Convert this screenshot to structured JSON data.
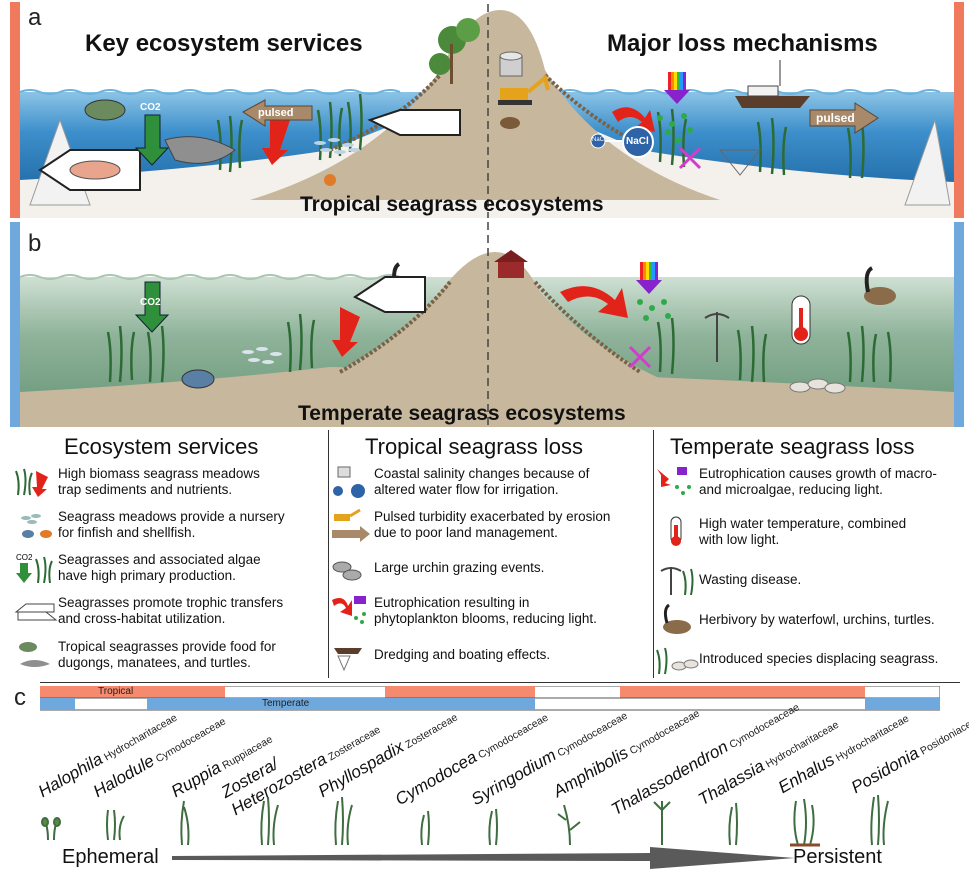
{
  "panel_a": {
    "letter": "a",
    "left_heading": "Key ecosystem services",
    "right_heading": "Major loss mechanisms",
    "bottom_title": "Tropical seagrass ecosystems",
    "labels": {
      "co2": "CO2",
      "pulsed_left": "pulsed",
      "pulsed_right": "pulsed",
      "nacl": "NaCl",
      "nacl_small": "NaCl"
    }
  },
  "panel_b": {
    "letter": "b",
    "bottom_title": "Temperate seagrass ecosystems",
    "labels": {
      "co2": "CO2"
    }
  },
  "legend": {
    "columns": [
      {
        "heading": "Ecosystem services",
        "items": [
          {
            "icon": "seagrass-red-arrow-icon",
            "text": "High biomass seagrass meadows\ntrap sediments and nutrients."
          },
          {
            "icon": "fish-crab-nursery-icon",
            "text": "Seagrass meadows provide a nursery\nfor finfish and shellfish."
          },
          {
            "icon": "co2-seagrass-icon",
            "text": "Seagrasses and associated algae\nhave high primary production."
          },
          {
            "icon": "trophic-transfer-arrows-icon",
            "text": "Seagrasses promote trophic transfers\nand cross-habitat utilization."
          },
          {
            "icon": "turtle-dugong-icon",
            "text": "Tropical seagrasses provide food for\ndugongs, manatees, and turtles."
          }
        ]
      },
      {
        "heading": "Tropical seagrass loss",
        "items": [
          {
            "icon": "salinity-nacl-icon",
            "text": "Coastal salinity changes because of\naltered water flow for irrigation."
          },
          {
            "icon": "excavator-pulsed-icon",
            "text": "Pulsed turbidity exacerbated by erosion\ndue to poor land management."
          },
          {
            "icon": "urchin-icon",
            "text": "Large urchin grazing events."
          },
          {
            "icon": "eutrophication-arrow-icon",
            "text": "Eutrophication resulting in\nphytoplankton blooms, reducing light."
          },
          {
            "icon": "boat-dredge-icon",
            "text": "Dredging and boating effects."
          }
        ]
      },
      {
        "heading": "Temperate seagrass loss",
        "items": [
          {
            "icon": "eutrophication-algae-icon",
            "text": "Eutrophication causes growth of macro-\nand microalgae, reducing light."
          },
          {
            "icon": "thermometer-icon",
            "text": "High water temperature, combined\nwith low light."
          },
          {
            "icon": "wasting-disease-icon",
            "text": "Wasting disease."
          },
          {
            "icon": "goose-icon",
            "text": "Herbivory by waterfowl, urchins, turtles."
          },
          {
            "icon": "introduced-species-icon",
            "text": "Introduced species displacing seagrass."
          }
        ]
      }
    ]
  },
  "panel_c": {
    "letter": "c",
    "tropical_label": "Tropical",
    "temperate_label": "Temperate",
    "colors": {
      "tropical": "#f58a6e",
      "temperate": "#6fa8dc"
    },
    "genera": [
      {
        "genus": "Halophila",
        "family": "Hydrocharitaceae"
      },
      {
        "genus": "Halodule",
        "family": "Cymodoceaceae"
      },
      {
        "genus": "Ruppia",
        "family": "Ruppiaceae"
      },
      {
        "genus": "Zostera/\nHeterozostera",
        "family": "Zosteraceae"
      },
      {
        "genus": "Phyllospadix",
        "family": "Zosteraceae"
      },
      {
        "genus": "Cymodocea",
        "family": "Cymodoceaceae"
      },
      {
        "genus": "Syringodium",
        "family": "Cymodoceaceae"
      },
      {
        "genus": "Amphibolis",
        "family": "Cymodoceaceae"
      },
      {
        "genus": "Thalassodendron",
        "family": "Cymodoceaceae"
      },
      {
        "genus": "Thalassia",
        "family": "Hydrocharitaceae"
      },
      {
        "genus": "Enhalus",
        "family": "Hydrocharitaceae"
      },
      {
        "genus": "Posidonia",
        "family": "Posidoniaceae"
      }
    ],
    "axis_left": "Ephemeral",
    "axis_right": "Persistent"
  },
  "colors": {
    "tropical_water": "#3f8fc4",
    "temperate_water": "#8fb39a",
    "sand": "#c7b79d",
    "sky": "#ffffff",
    "arrow_red": "#e2231a",
    "tropical_edge": "#f07a5e",
    "temperate_edge": "#6fa8dc"
  }
}
